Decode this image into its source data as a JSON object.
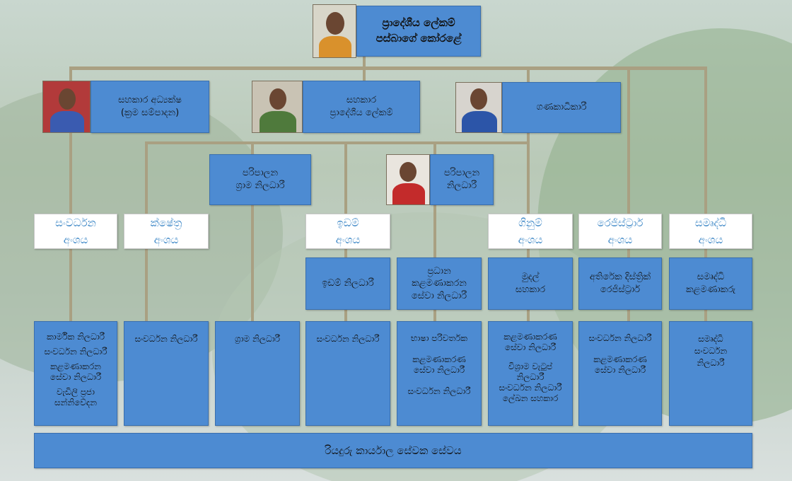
{
  "head": {
    "line1": "ප්‍රාදේශීය ලේකම්",
    "line2": "පස්බාගේ කෝරළේ"
  },
  "level2": {
    "left": {
      "line1": "සහකාර අධ්‍යක්ෂ",
      "line2": "(ක්‍රම සම්පාදන)"
    },
    "center": {
      "line1": "සහකාර",
      "line2": "ප්‍රාදේශීය ලේකම්"
    },
    "right": {
      "line1": "ගණකාධිකාරී"
    }
  },
  "level3": {
    "grama_admin": {
      "line1": "පරිපාලන",
      "line2": "ග්‍රාම නිලධාරී"
    },
    "admin": {
      "line1": "පරිපාලන",
      "line2": "නිලධාරී"
    }
  },
  "divisions": [
    {
      "line1": "සංවර්ධන",
      "line2": "අංශය"
    },
    {
      "line1": "ක්ෂේත්‍ර",
      "line2": "අංශය"
    },
    {
      "line1": "ඉඩම්",
      "line2": "අංශය"
    },
    {
      "line1": "ගිනුම්",
      "line2": "අංශය"
    },
    {
      "line1": "රෙජිස්ට්‍රාර්",
      "line2": "අංශය"
    },
    {
      "line1": "සමෘද්ධි",
      "line2": "අංශය"
    }
  ],
  "subunits": [
    {
      "lines": [
        "ඉඩම් නිලධාරී"
      ]
    },
    {
      "lines": [
        "ප්‍රධාන",
        "කළමණාකරන",
        "සේවා නිලධාරී"
      ]
    },
    {
      "lines": [
        "මුදල්",
        "සහකාර"
      ]
    },
    {
      "lines": [
        "අතිරේක දිස්ත්‍රික්",
        "රෙජිස්ට්‍රාර්"
      ]
    },
    {
      "lines": [
        "සමෘද්ධි",
        "කළමණාකරු"
      ]
    }
  ],
  "staff": [
    {
      "items": [
        "කාර්මික නිලධාරී",
        "සංවර්ධන නිලධාරී",
        "කළමණාකරන\nසේවා නිලධාරී",
        "වැඩිලි ප්‍රජා\nසන්නිවේදන"
      ]
    },
    {
      "items": [
        "සංවර්ධන නිලධාරී"
      ]
    },
    {
      "items": [
        "ග්‍රාම නිලධාරී"
      ]
    },
    {
      "items": [
        "සංවර්ධන නිලධාරී"
      ]
    },
    {
      "items": [
        "භාෂා පරිවර්තක",
        "කළමණාකරණ\nසේවා නිලධාරී",
        "සංවර්ධන නිලධාරී"
      ]
    },
    {
      "items": [
        "කළමණාකරණ\nසේවා නිලධාරී",
        "විශ්‍රාම වැටුප්\nනිලධාරී\nසංවර්ධන නිලධාරී\nලේඛන සහකාර"
      ]
    },
    {
      "items": [
        "සංවර්ධන නිලධාරී",
        "කළමණාකරණ\nසේවා නිලධාරී"
      ]
    },
    {
      "items": [
        "සමෘද්ධි\nසංවර්ධන\nනිලධාරී"
      ]
    }
  ],
  "footer": {
    "label": "රියදුරු  කාර්යාල සේවක සේවය"
  },
  "colors": {
    "box": "#4d8bd2",
    "division_text": "#3b86c6",
    "line": "#a9a082"
  }
}
